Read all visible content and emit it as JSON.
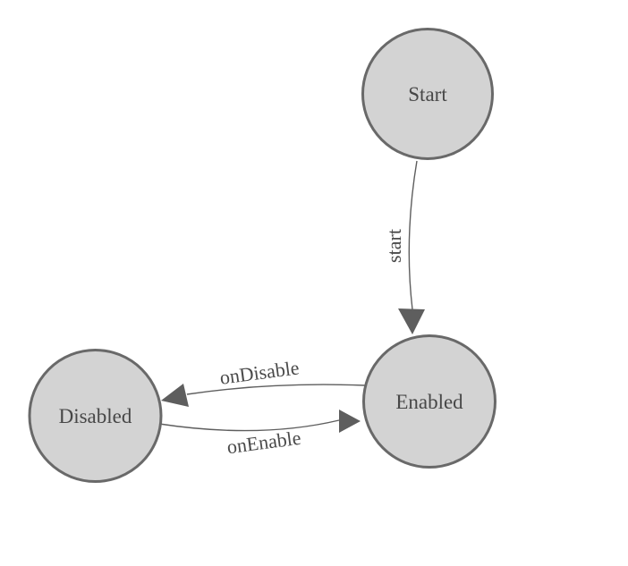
{
  "diagram": {
    "type": "state-machine",
    "background_color": "#ffffff",
    "colors": {
      "node_fill": "#d3d3d3",
      "node_border": "#696969",
      "edge_line": "#5e5e5e",
      "arrowhead": "#5e5e5e",
      "node_label_text": "#474747",
      "edge_label_text": "#4a4a4a"
    },
    "nodes": [
      {
        "id": "start",
        "label": "Start"
      },
      {
        "id": "enabled",
        "label": "Enabled"
      },
      {
        "id": "disabled",
        "label": "Disabled"
      }
    ],
    "edges": [
      {
        "from": "Start",
        "to": "Enabled",
        "label": "start"
      },
      {
        "from": "Enabled",
        "to": "Disabled",
        "label": "onDisable"
      },
      {
        "from": "Disabled",
        "to": "Enabled",
        "label": "onEnable"
      }
    ]
  }
}
